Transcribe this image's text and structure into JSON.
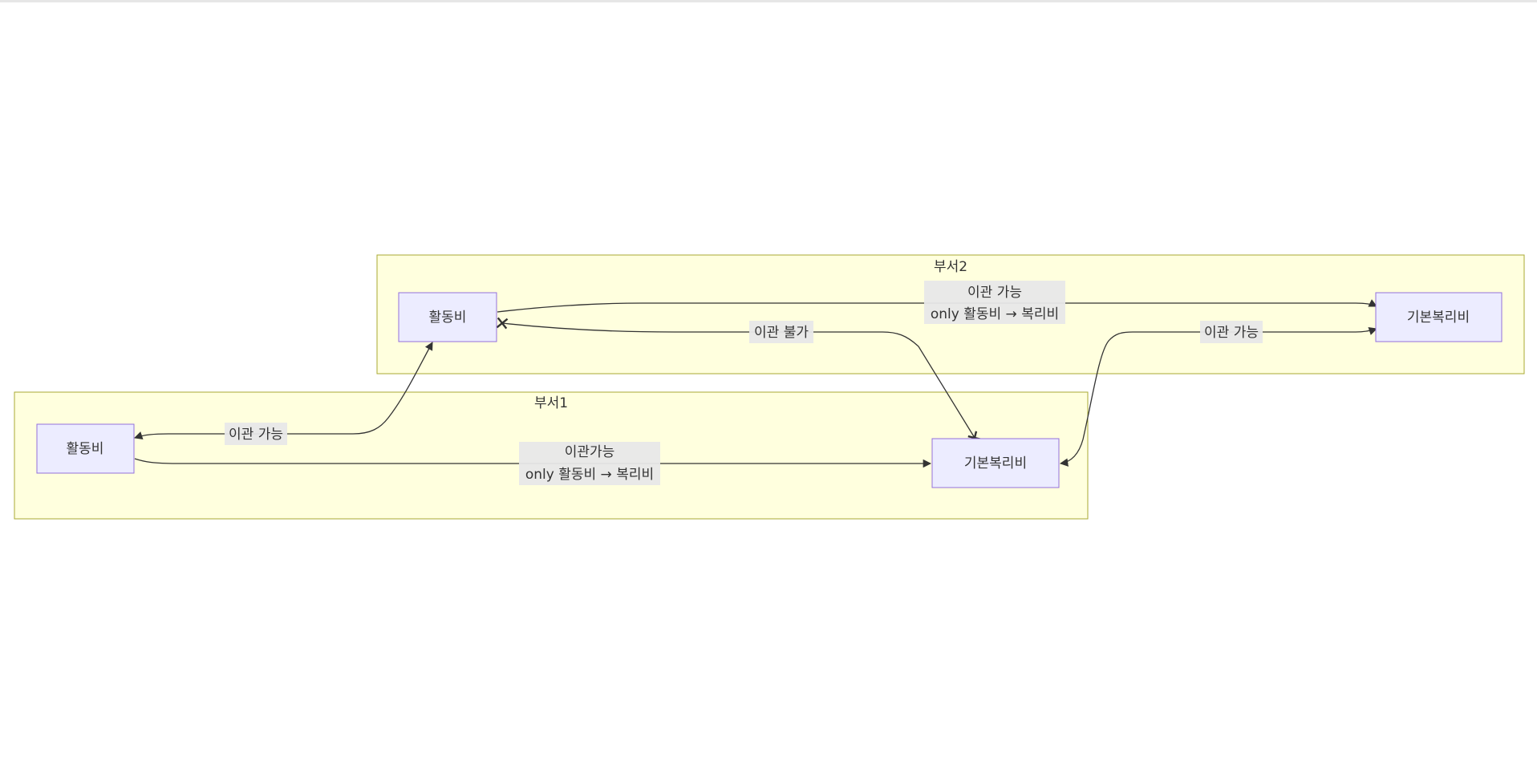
{
  "colors": {
    "cluster_fill": "#ffffde",
    "cluster_stroke": "#aaaa33",
    "node_fill": "#ececff",
    "node_stroke": "#9370db",
    "edge": "#333333",
    "label_bg": "#e8e8e8",
    "text": "#333333"
  },
  "clusters": {
    "dept1": {
      "label": "부서1"
    },
    "dept2": {
      "label": "부서2"
    }
  },
  "nodes": {
    "d1_activity": {
      "label": "활동비"
    },
    "d1_welfare": {
      "label": "기본복리비"
    },
    "d2_activity": {
      "label": "활동비"
    },
    "d2_welfare": {
      "label": "기본복리비"
    }
  },
  "edges": {
    "d2_activity_to_d2_welfare": {
      "from": "d2_activity",
      "to": "d2_welfare",
      "lines": [
        "이관 가능",
        "only 활동비 → 복리비"
      ],
      "end": "arrow"
    },
    "d1_welfare_to_d2_activity": {
      "from": "d1_welfare",
      "to": "d2_activity",
      "lines": [
        "이관 불가"
      ],
      "end": "cross"
    },
    "d1_welfare_to_d2_welfare": {
      "from": "d1_welfare",
      "to": "d2_welfare",
      "lines": [
        "이관 가능"
      ],
      "end": "arrow-both"
    },
    "d1_activity_to_d2_activity": {
      "from": "d1_activity",
      "to": "d2_activity",
      "lines": [
        "이관 가능"
      ],
      "end": "arrow-both"
    },
    "d1_activity_to_d1_welfare": {
      "from": "d1_activity",
      "to": "d1_welfare",
      "lines": [
        "이관가능",
        "only 활동비 → 복리비"
      ],
      "end": "arrow"
    }
  }
}
